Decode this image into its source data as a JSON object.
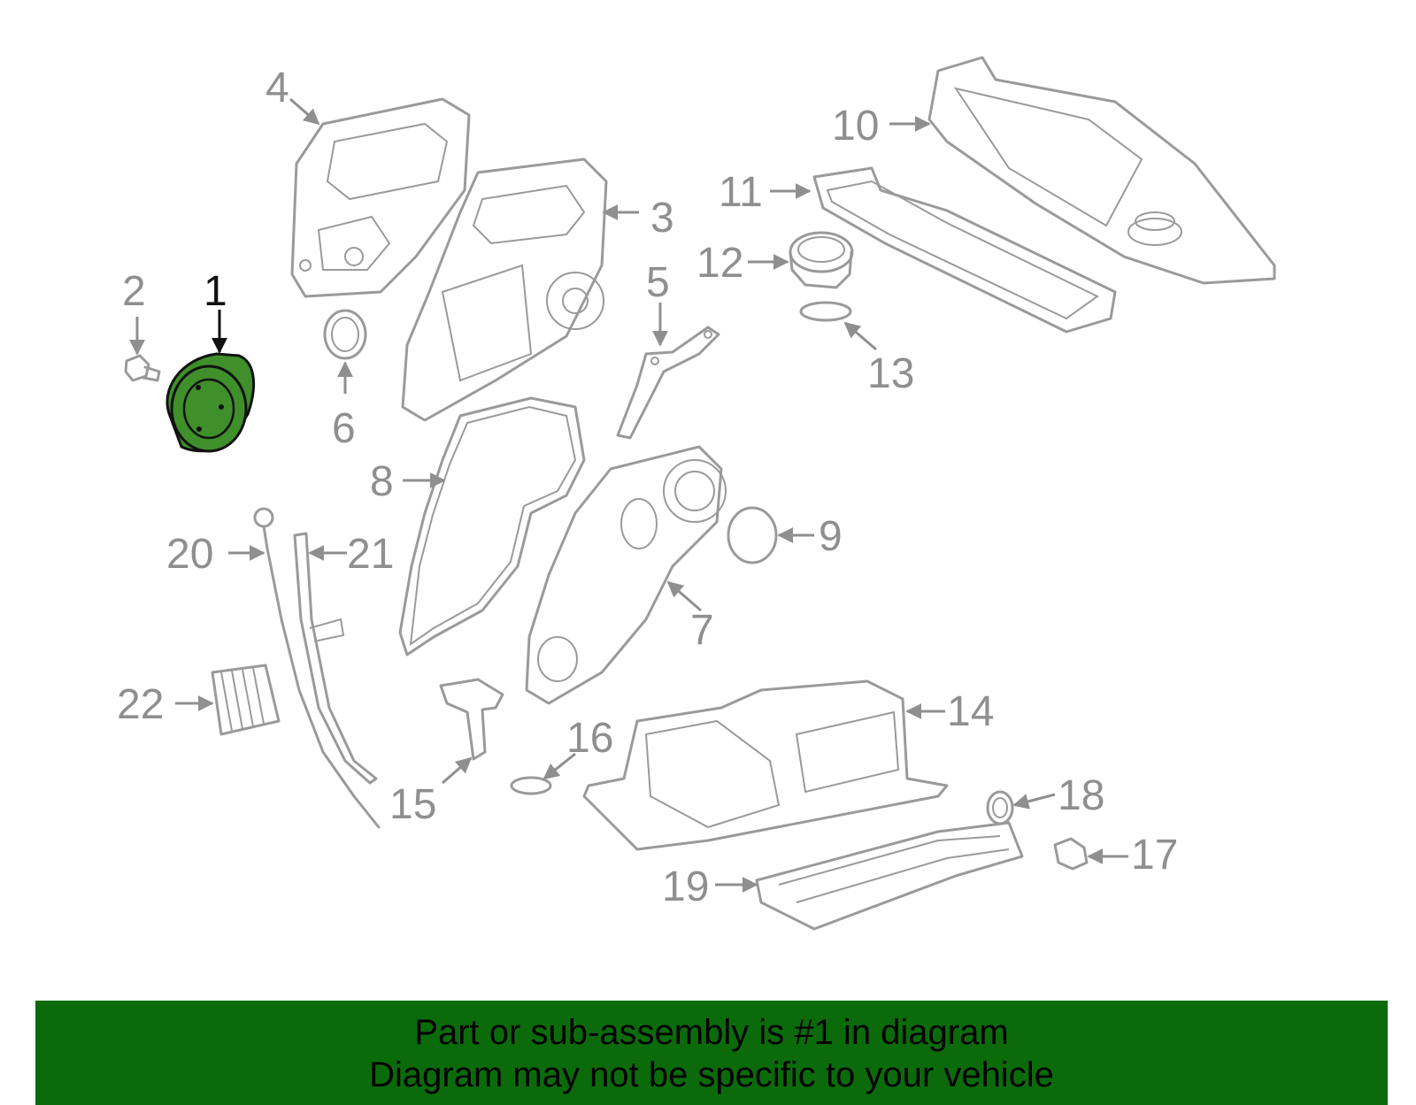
{
  "diagram": {
    "highlighted_part": "1",
    "highlight_color": "#3f8f2a",
    "callouts": [
      "1",
      "2",
      "3",
      "4",
      "5",
      "6",
      "7",
      "8",
      "9",
      "10",
      "11",
      "12",
      "13",
      "14",
      "15",
      "16",
      "17",
      "18",
      "19",
      "20",
      "21",
      "22"
    ]
  },
  "banner": {
    "color": "#0b6b0b",
    "line1": "Part or sub-assembly is #1 in diagram",
    "line2": "Diagram may not be specific to your vehicle"
  }
}
